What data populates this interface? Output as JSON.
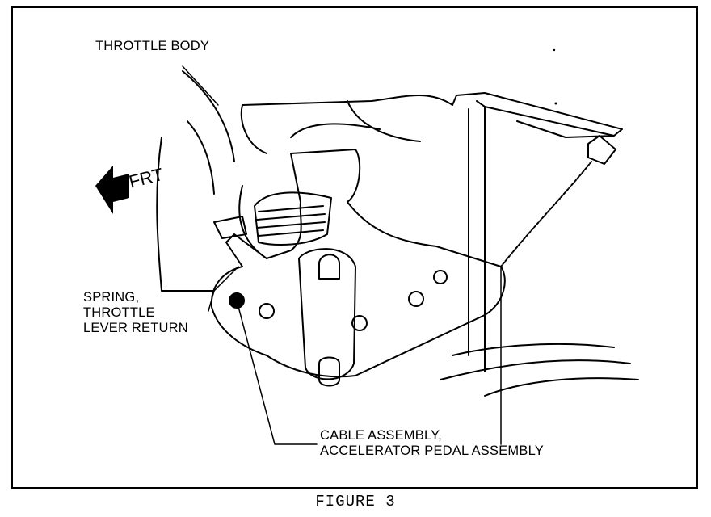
{
  "labels": {
    "throttle_body": "THROTTLE BODY",
    "front": "FRT",
    "spring": [
      "SPRING,",
      "THROTTLE",
      "LEVER RETURN"
    ],
    "cable": [
      "CABLE ASSEMBLY,",
      "ACCELERATOR PEDAL ASSEMBLY"
    ]
  },
  "caption": "FIGURE 3"
}
